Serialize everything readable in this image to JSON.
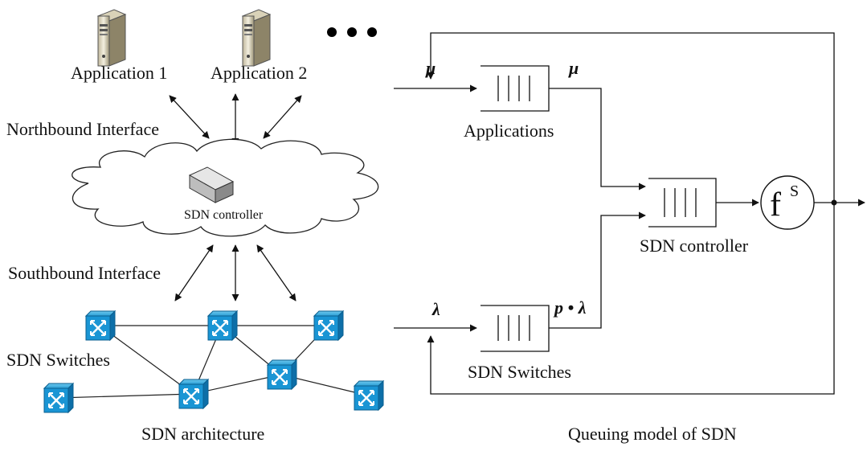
{
  "architecture": {
    "applications": [
      "Application 1",
      "Application 2"
    ],
    "northbound_label": "Northbound Interface",
    "controller_label": "SDN controller",
    "southbound_label": "Southbound Interface",
    "switches_label": "SDN Switches",
    "caption": "SDN architecture"
  },
  "queuing_model": {
    "applications_queue_label": "Applications",
    "controller_queue_label": "SDN controller",
    "switches_queue_label": "SDN Switches",
    "service_label": "f",
    "service_superscript": "S",
    "mu_in": "μ",
    "mu_out": "μ",
    "lambda_in": "λ",
    "p_lambda": "p • λ",
    "caption": "Queuing model of SDN"
  }
}
